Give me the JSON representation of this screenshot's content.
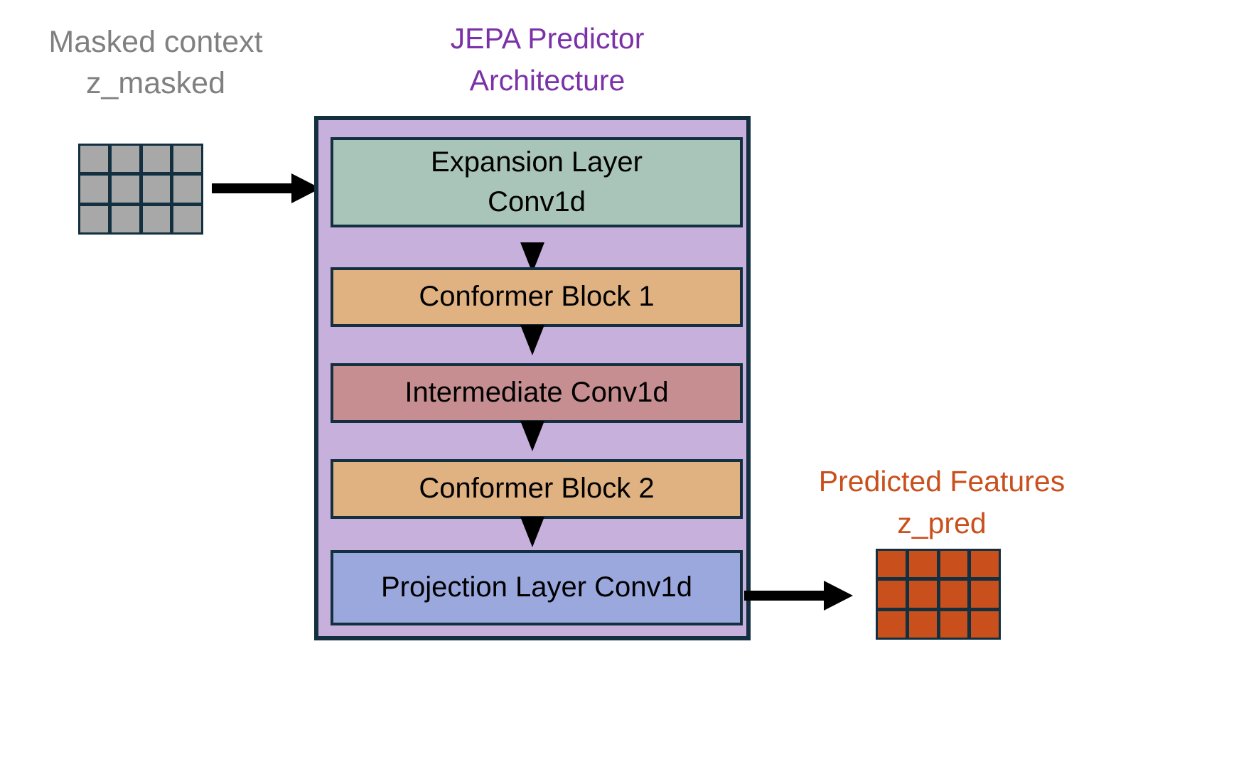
{
  "title": {
    "text": "JEPA Predictor\nArchitecture",
    "color": "#7b32a8"
  },
  "input": {
    "label": "Masked context\nz_masked",
    "label_color": "#808080",
    "grid": {
      "name": "masked-token-grid",
      "rows": 3,
      "cols": 4,
      "cell_color": "#a8a8a8",
      "line_color": "#123040"
    }
  },
  "output": {
    "label": "Predicted Features\nz_pred",
    "label_color": "#c9501c",
    "grid": {
      "name": "predicted-token-grid",
      "rows": 3,
      "cols": 4,
      "cell_color": "#c9501c",
      "line_color": "#123040"
    }
  },
  "predictor": {
    "container_color": "#c8b0dc",
    "border_color": "#123040",
    "layers": [
      {
        "id": "expansion",
        "label": "Expansion Layer\nConv1d",
        "color": "#a9c4b8"
      },
      {
        "id": "conformer1",
        "label": "Conformer Block 1",
        "color": "#e0b282"
      },
      {
        "id": "intermediate",
        "label": "Intermediate Conv1d",
        "color": "#c68e90"
      },
      {
        "id": "conformer2",
        "label": "Conformer Block 2",
        "color": "#e0b282"
      },
      {
        "id": "projection",
        "label": "Projection Layer Conv1d",
        "color": "#9aa8dd"
      }
    ],
    "connectors": {
      "between_layers": "down-triangle-arrow",
      "input_arrow": "right-arrow",
      "output_arrow": "right-arrow"
    }
  },
  "chart_data": {
    "type": "diagram",
    "title": "JEPA Predictor Architecture",
    "flow": [
      "z_masked",
      "Expansion Layer Conv1d",
      "Conformer Block 1",
      "Intermediate Conv1d",
      "Conformer Block 2",
      "Projection Layer Conv1d",
      "z_pred"
    ]
  }
}
